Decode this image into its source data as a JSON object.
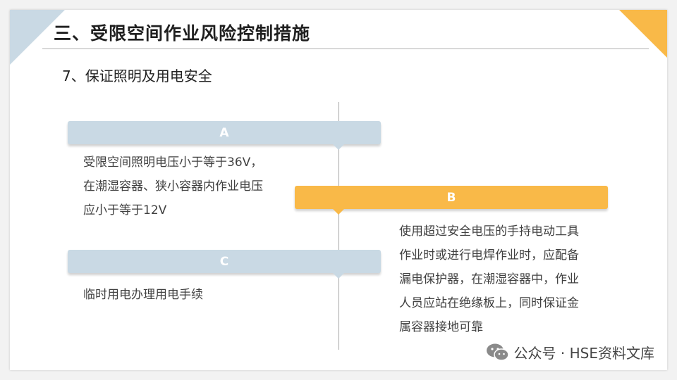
{
  "header": {
    "title": "三、受限空间作业风险控制措施",
    "subtitle": "7、保证照明及用电安全"
  },
  "items": [
    {
      "label": "A",
      "lines": [
        "受限空间照明电压小于等于36V，",
        "在潮湿容器、狭小容器内作业电压",
        "应小于等于12V"
      ]
    },
    {
      "label": "B",
      "lines": [
        "使用超过安全电压的手持电动工具",
        "作业时或进行电焊作业时，应配备",
        "漏电保护器，在潮湿容器中，作业",
        "人员应站在绝缘板上，同时保证金",
        "属容器接地可靠"
      ]
    },
    {
      "label": "C",
      "lines": [
        "临时用电办理用电手续"
      ]
    }
  ],
  "footer": {
    "watermark": "公众号 · HSE资料文库",
    "icon": "wechat-icon"
  },
  "colors": {
    "accent_orange": "#f9b948",
    "accent_blue": "#c9d9e4"
  }
}
